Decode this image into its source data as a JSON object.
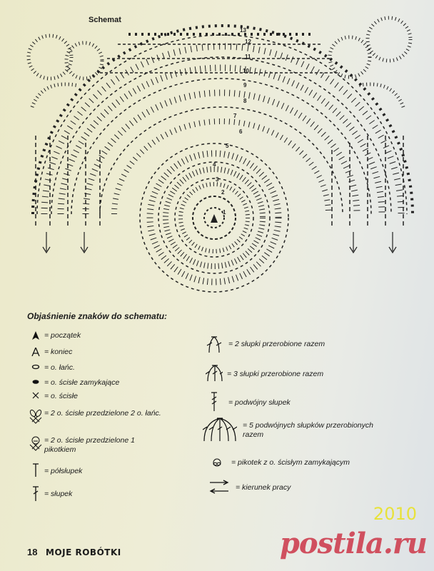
{
  "diagram": {
    "title": "Schemat",
    "row_numbers": [
      "1",
      "2",
      "3",
      "4",
      "5",
      "6",
      "7",
      "8",
      "9",
      "10",
      "11",
      "12",
      "13"
    ]
  },
  "legend": {
    "title": "Objaśnienie znaków do schematu:",
    "left": [
      {
        "icon": "filled-arrowhead-icon",
        "text": "= początek"
      },
      {
        "icon": "open-arrowhead-icon",
        "text": "= koniec"
      },
      {
        "icon": "chain-oval-icon",
        "text": "= o. łańc."
      },
      {
        "icon": "filled-oval-icon",
        "text": "= o. ścisłe zamykające"
      },
      {
        "icon": "cross-icon",
        "text": "= o. ścisłe"
      },
      {
        "icon": "two-sc-two-chain-icon",
        "text": "= 2 o. ścisłe przedzielone 2 o. łańc."
      },
      {
        "icon": "two-sc-picot-icon",
        "text": "= 2 o. ścisłe przedzielone 1 pikotkiem"
      },
      {
        "icon": "half-double-icon",
        "text": "= półsłupek"
      },
      {
        "icon": "double-crochet-icon",
        "text": "= słupek"
      }
    ],
    "right": [
      {
        "icon": "dc2tog-icon",
        "text": "= 2 słupki przerobione razem"
      },
      {
        "icon": "dc3tog-icon",
        "text": "= 3 słupki przerobione razem"
      },
      {
        "icon": "treble-icon",
        "text": "= podwójny słupek"
      },
      {
        "icon": "tr5tog-icon",
        "text": "= 5 podwójnych słupków przerobionych razem"
      },
      {
        "icon": "picot-icon",
        "text": "= pikotek z o. ścisłym zamykającym"
      },
      {
        "icon": "direction-arrows-icon",
        "text": "= kierunek pracy"
      }
    ]
  },
  "footer": {
    "page": "18",
    "magazine": "MOJE ROBÓTKI"
  },
  "watermark": {
    "site": "postila.ru",
    "date_fragment": "2010"
  },
  "colors": {
    "ink": "#1b1b1b",
    "watermark": "#d0505f",
    "date": "#e8e23a"
  }
}
